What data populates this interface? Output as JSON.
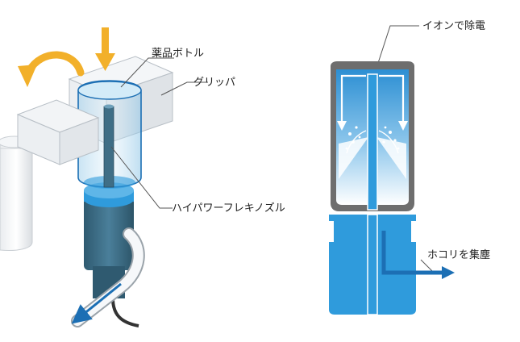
{
  "labels": {
    "bottle": "薬品ボトル",
    "gripper": "グリッパ",
    "nozzle": "ハイパワーフレキノズル",
    "ionize": "イオンで除電",
    "dust": "ホコリを集塵"
  },
  "colors": {
    "orange_arrow": "#F2B02A",
    "blue_dark": "#1C6FB4",
    "blue_main": "#2F9BDC",
    "blue_light": "#BFE0F5",
    "frame_gray": "#6E6E6E",
    "gripper_gray": "#E4E7EA",
    "nozzle_body": "#3F6E86"
  },
  "icons": {
    "rotate": "rotate-arrow-icon",
    "down": "down-arrow-icon",
    "airflow": "airflow-arrow-icon",
    "exhaust": "exhaust-arrow-icon"
  }
}
